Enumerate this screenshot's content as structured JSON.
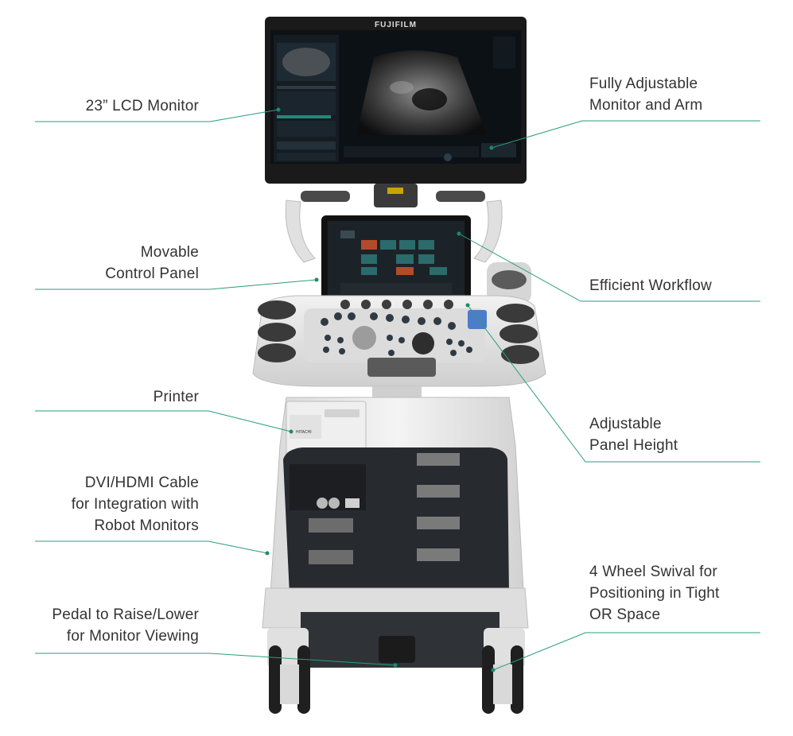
{
  "colors": {
    "leader": "#2a9d7c",
    "dot": "#1f8a6a",
    "text": "#333333",
    "cart_body": "#e8e8e8",
    "cart_panel": "#2b2b2b",
    "screen": "#111417"
  },
  "device": {
    "brand": "FUJIFILM",
    "printer_brand": "HITACHI"
  },
  "callouts": {
    "lcd_monitor": "23” LCD Monitor",
    "adjustable_monitor": [
      "Fully Adjustable",
      "Monitor and Arm"
    ],
    "control_panel": [
      "Movable",
      "Control Panel"
    ],
    "workflow": "Efficient Workflow",
    "printer": "Printer",
    "panel_height": [
      "Adjustable",
      "Panel Height"
    ],
    "dvi_hdmi": [
      "DVI/HDMI Cable",
      "for Integration with",
      "Robot Monitors"
    ],
    "wheel_swivel": [
      "4 Wheel Swival for",
      "Positioning in Tight",
      "OR Space"
    ],
    "pedal": [
      "Pedal to Raise/Lower",
      "for Monitor Viewing"
    ]
  }
}
